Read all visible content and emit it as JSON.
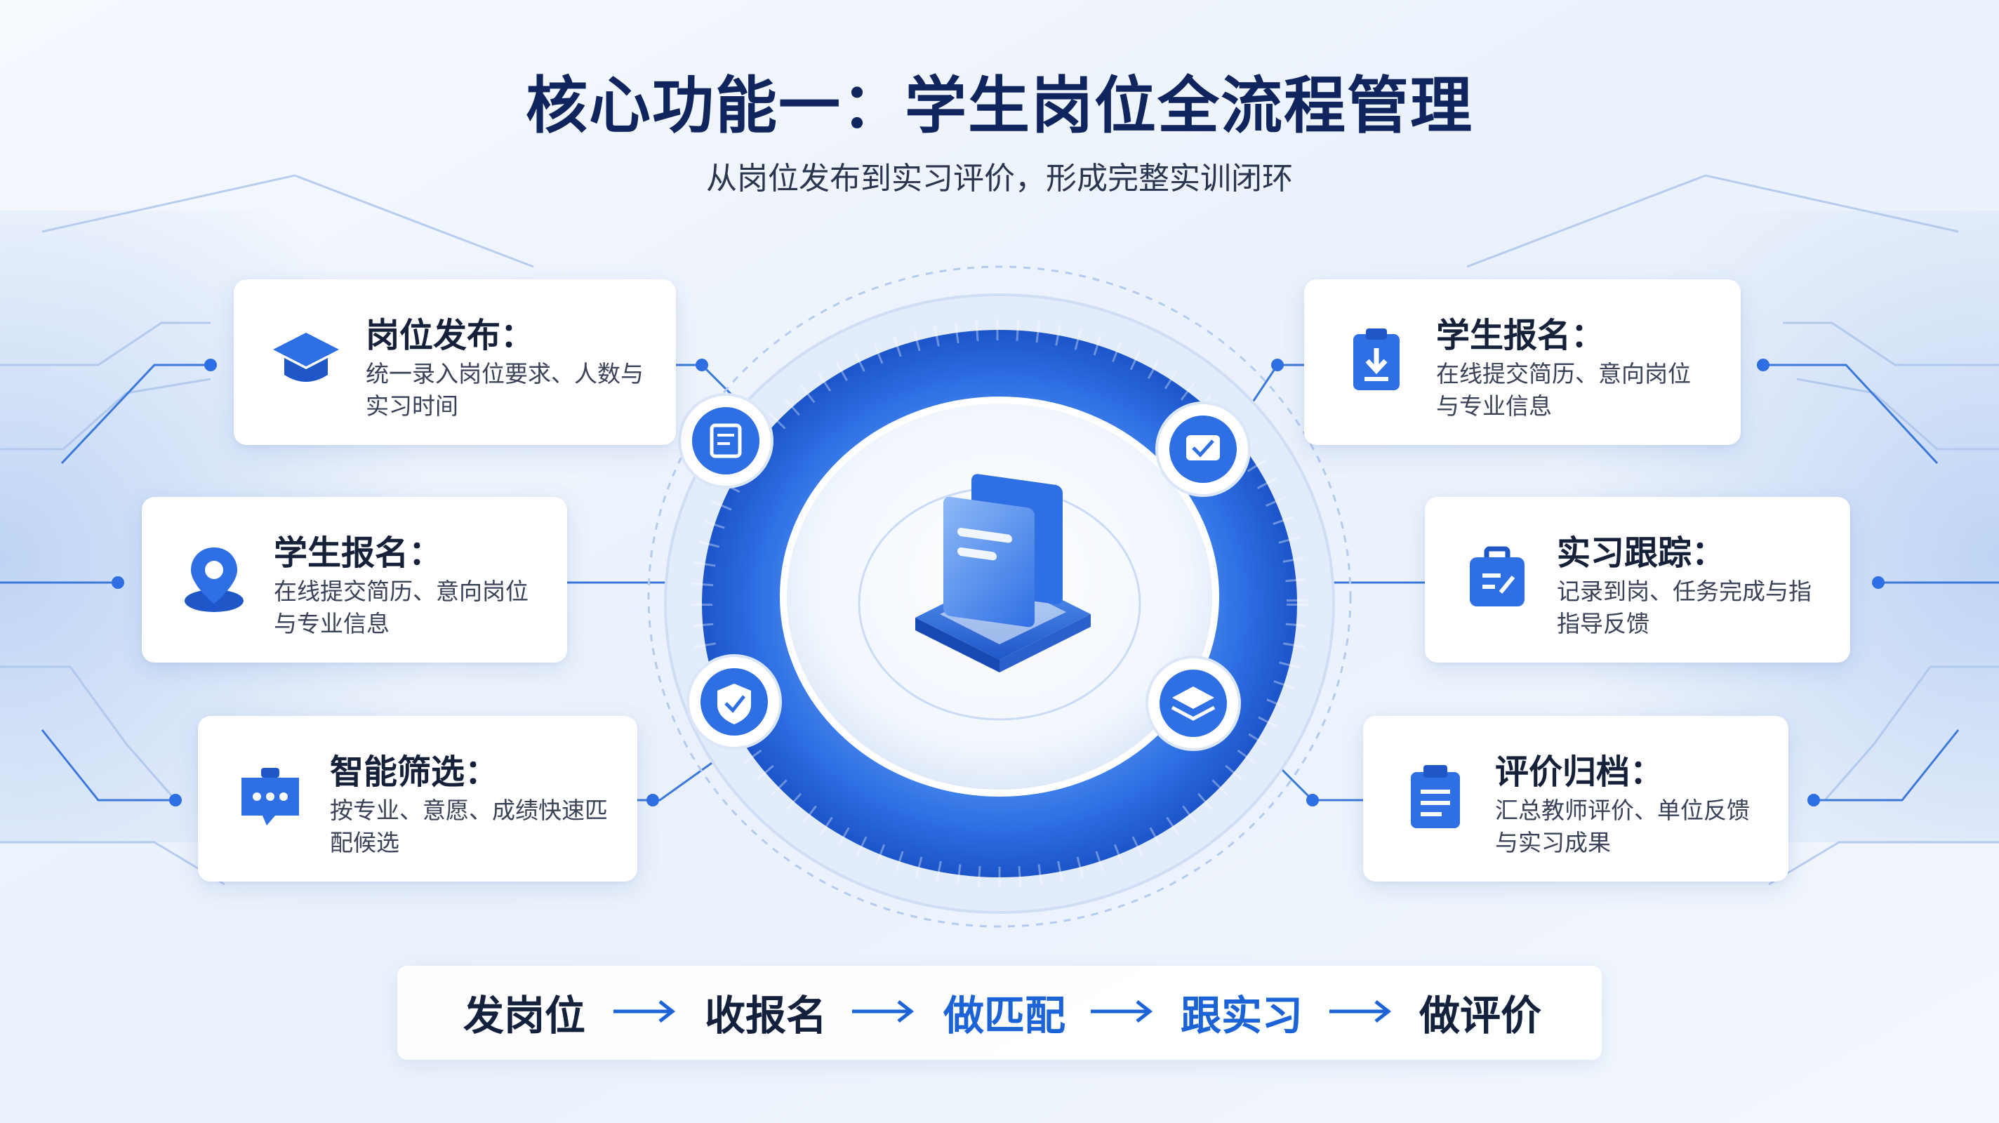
{
  "header": {
    "title": "核心功能一：学生岗位全流程管理",
    "subtitle": "从岗位发布到实习评价，形成完整实训闭环"
  },
  "cards": {
    "job_posting": {
      "title": "岗位发布：",
      "desc_line1": "统一录入岗位要求、人数与",
      "desc_line2": "实习时间",
      "icon": "graduation-cap-icon"
    },
    "student_signup_left": {
      "title": "学生报名：",
      "desc_line1": "在线提交简历、意向岗位",
      "desc_line2": "与专业信息",
      "icon": "map-pin-icon"
    },
    "smart_filter": {
      "title": "智能筛选：",
      "desc_line1": "按专业、意愿、成绩快速匹",
      "desc_line2": "配候选",
      "icon": "chat-bubble-icon"
    },
    "student_signup_right": {
      "title": "学生报名：",
      "desc_line1": "在线提交简历、意向岗位",
      "desc_line2": "与专业信息",
      "icon": "clipboard-download-icon"
    },
    "internship_tracking": {
      "title": "实习跟踪：",
      "desc_line1": "记录到岗、任务完成与指",
      "desc_line2": "指导反馈",
      "icon": "briefcase-edit-icon"
    },
    "evaluation_archive": {
      "title": "评价归档：",
      "desc_line1": "汇总教师评价、单位反馈",
      "desc_line2": "与实习成果",
      "icon": "clipboard-list-icon"
    }
  },
  "flow": {
    "steps": [
      "发岗位",
      "收报名",
      "做匹配",
      "跟实习",
      "做评价"
    ],
    "highlighted": [
      "做匹配",
      "跟实习"
    ]
  },
  "colors": {
    "accent": "#2f6fe4",
    "title": "#10245e",
    "text": "#152039",
    "background": "#eef3fb"
  }
}
